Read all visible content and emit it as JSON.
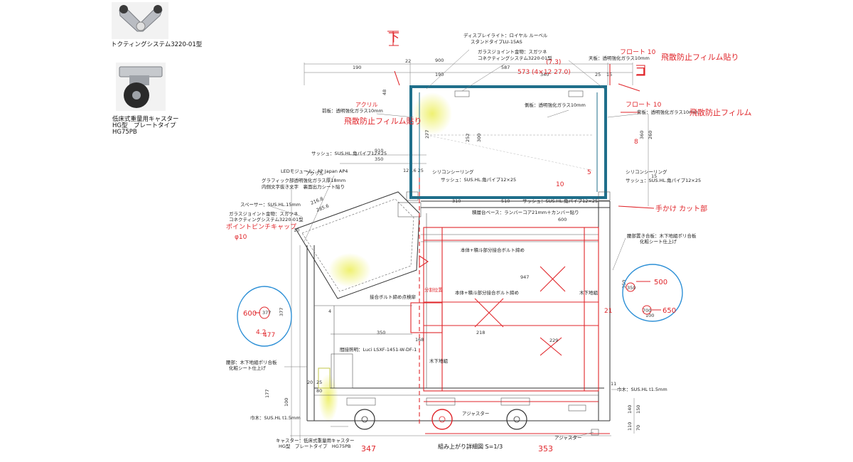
{
  "photos": {
    "fitting_caption": "トクティングシステム3220-01型",
    "caster_caption_1": "低床式重量用キャスター",
    "caster_caption_2": "HG型　プレートタイプ",
    "caster_caption_3": "HG75PB"
  },
  "annotations": {
    "display_light_1": "ディスプレイライト：ロイヤル ルーベル",
    "display_light_2": "スタンドタイプLU-15AS",
    "glass_joint_1": "ガラスジョイント金物：スガツネ",
    "glass_joint_2": "コネクティングシステム3220-01型",
    "top_glass": "天板：透明強化ガラス10mm",
    "front_glass": "前板：透明強化ガラス10mm",
    "side_glass": "側板：透明強化ガラス10mm",
    "back_glass": "背板：透明強化ガラス10mm",
    "sash_1": "サッシュ：SUS.HL.角パイプ12×25",
    "sash_2": "サッシュ：SUS.HL.角パイプ12×25",
    "sash_3": "サッシュ：SUS.HL.角パイプ12×25",
    "sash_4": "サッシュ：SUS.HL.角パイプ12×25",
    "silicone_1": "シリコンシーリング",
    "silicone_2": "シリコンシーリング",
    "led_module": "LEDモジュール：AP Japan AP4",
    "graphic_1": "グラフィック部透明強化ガラス厚18mm",
    "graphic_2": "内側文字抜き文字　裏面出力シート貼り",
    "spacer": "スペーサー：SUS.HL.15mm",
    "glass_joint_side_1": "ガラスジョイント金物：スガツネ",
    "glass_joint_side_2": "コネクティングシステム3220-01型",
    "base_board": "積層台ベース：ランバーコア21mm＋カンバー貼り",
    "body_bolt": "本体+積斗部分接合ボルト締め",
    "bolt_fix": "接合ボルト締め点検扉",
    "body_bolt_2": "本体+積斗部分接合ボルト締め",
    "split_pos": "分割位置",
    "wood_base": "木下地組",
    "wood_base_2": "木下地組",
    "side_finish_1": "腰部：木下地組ポリ合板",
    "side_finish_2": "化粧シート仕上げ",
    "right_finish_1": "腰部置き合板：木下地組ポリ合板",
    "right_finish_2": "化粧シート仕上げ",
    "indirect_light": "間接照明：Luci LSXF-1451-W-DF-1",
    "baseboard_left": "巾木：SUS.HL t1.5mm",
    "baseboard_right": "巾木：SUS.HL t1.5mm",
    "caster_note_1": "キャスター：低床式重量用キャスター",
    "caster_note_2": "HG型　プレートタイプ　HG75PB",
    "adjuster_1": "アジャスター",
    "adjuster_2": "アジャスター",
    "acrylic": "アクリル",
    "title": "組み上がり詳細図 S=1/3"
  },
  "dimensions": {
    "d190": "190",
    "d900": "900",
    "d587": "587",
    "d22": "22",
    "d190b": "190",
    "d340": "340",
    "d25": "25",
    "d15": "15",
    "d910": "910",
    "d350": "350",
    "d12_16": "12 16 25",
    "d216": "216.8",
    "d285": "285.6",
    "d310": "310",
    "d277": "277",
    "d510": "510",
    "d600": "600",
    "d252": "252",
    "d300": "300",
    "d947": "947",
    "d350b": "350",
    "d218": "218",
    "d229": "229",
    "d168": "168",
    "d25b": "25",
    "d80": "80",
    "d20": "20",
    "d377": "377",
    "d100": "100",
    "d150": "150",
    "d140": "140",
    "d110": "110",
    "d70": "70",
    "d360": "360",
    "d260": "260",
    "d15b": "15",
    "d11": "11",
    "d350c": "350",
    "d100b": "100",
    "d10": "10",
    "d4": "4",
    "d48": "48",
    "d177": "177"
  },
  "handwriting": {
    "top_left_mark": "下",
    "top_right_mark": "コ",
    "d573": "573 (4×12 27.0)",
    "film_top": "飛散防止フィルム貼り",
    "front_plus": "フロート 10",
    "film_front": "飛散防止フィルム貼り",
    "front_plus_2": "フロート 10",
    "film_right": "飛散防止フィルム",
    "acrylic_r": "アクリル",
    "point_sheet": "ポイントピンチキャップ",
    "phi10": "φ10",
    "cut": "手かけ カット部",
    "d10r": "10",
    "d5r": "5",
    "d21r": "21",
    "d347": "347",
    "d353": "353",
    "top_blue_note": "(7.3)",
    "note_4_2": "4.2",
    "r8": "8"
  },
  "circled": {
    "left_600": "600",
    "left_377": "377",
    "left_477": "477",
    "right_350": "350",
    "right_500": "500",
    "right_700": "700",
    "right_650": "650"
  }
}
